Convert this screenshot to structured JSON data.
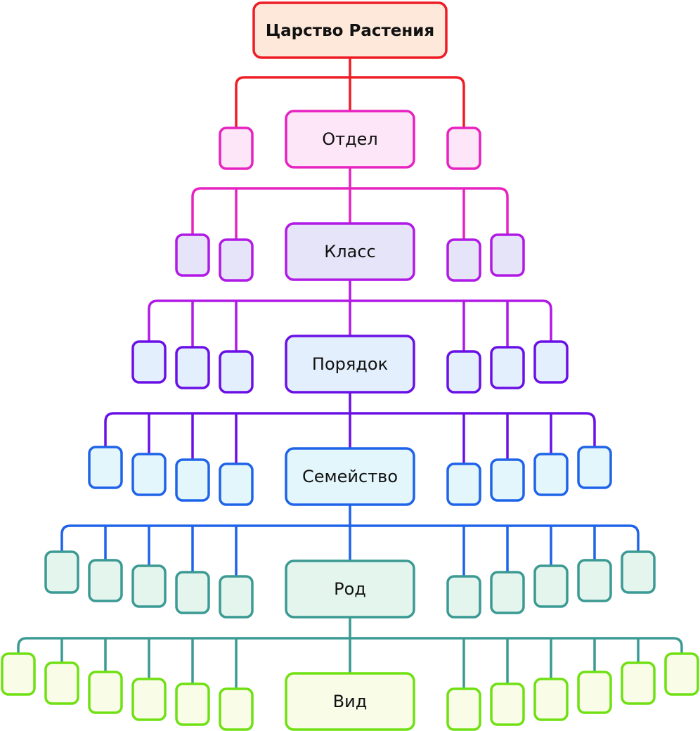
{
  "levels": [
    {
      "label": "Царство Растения",
      "bold": true,
      "stroke": "#ee1c25",
      "fill": "#fde8da"
    },
    {
      "label": "Отдел",
      "bold": false,
      "stroke": "#e622c0",
      "fill": "#fde6f7"
    },
    {
      "label": "Класс",
      "bold": false,
      "stroke": "#b119e5",
      "fill": "#e6e4f8"
    },
    {
      "label": "Порядок",
      "bold": false,
      "stroke": "#6a10e6",
      "fill": "#e3effc"
    },
    {
      "label": "Семейство",
      "bold": false,
      "stroke": "#1f63e8",
      "fill": "#e3f6fc"
    },
    {
      "label": "Род",
      "bold": false,
      "stroke": "#3b9a93",
      "fill": "#e4f5ee"
    },
    {
      "label": "Вид",
      "bold": false,
      "stroke": "#6fe012",
      "fill": "#f9fde8"
    }
  ],
  "connector_colors": [
    "#ee1c25",
    "#e622c0",
    "#b119e5",
    "#6a10e6",
    "#1f63e8",
    "#3b9a93"
  ]
}
